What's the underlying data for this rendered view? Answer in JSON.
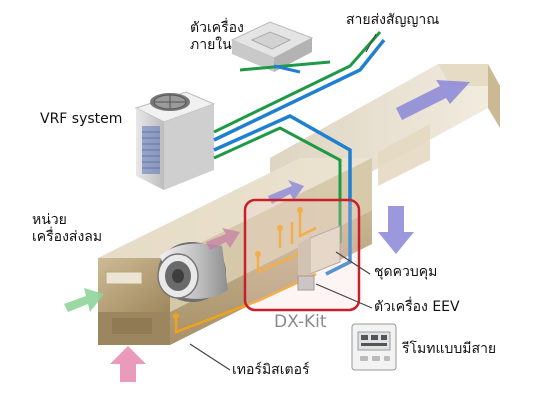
{
  "labels": {
    "indoor_unit": "ตัวเครื่อง\nภายใน",
    "signal_line": "สายส่งสัญญาณ",
    "vrf_system": "VRF system",
    "air_handler": "หน่วย\nเครื่องส่งลม",
    "control_unit": "ชุดควบคุม",
    "eev_unit": "ตัวเครื่อง EEV",
    "dx_kit": "DX-Kit",
    "wired_remote": "รีโมทแบบมีสาย",
    "thermistor": "เทอร์มิสเตอร์"
  },
  "colors": {
    "refrigerant_blue": "#1f7fd0",
    "signal_green": "#1e9a46",
    "thermistor_orange": "#f0a21c",
    "dx_kit_frame": "#c8202a",
    "duct_tan": "#d9cdb2",
    "airflow_purple": "#8a86d8",
    "airflow_green": "#8fd49a",
    "airflow_pink": "#e88fb4"
  }
}
